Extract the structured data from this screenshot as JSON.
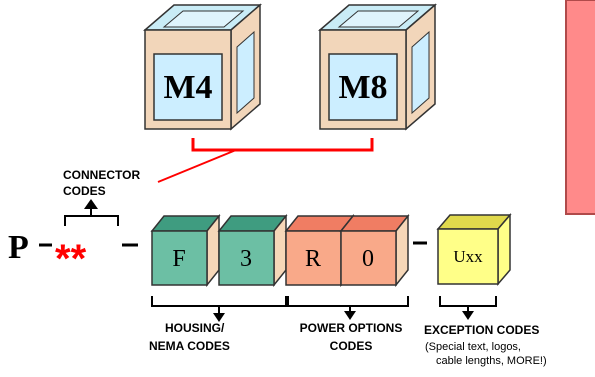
{
  "series_cubes": [
    {
      "label": "M4"
    },
    {
      "label": "M8"
    }
  ],
  "connector_label": [
    "CONNECTOR",
    "CODES"
  ],
  "part_number": {
    "prefix": "P",
    "connector_placeholder": "**",
    "codes": [
      {
        "value": "F",
        "group": "housing"
      },
      {
        "value": "3",
        "group": "housing"
      },
      {
        "value": "R",
        "group": "power"
      },
      {
        "value": "0",
        "group": "power"
      }
    ],
    "exception": "Uxx"
  },
  "groups": {
    "housing": [
      "HOUSING/",
      "NEMA CODES"
    ],
    "power": [
      "POWER OPTIONS",
      "CODES"
    ],
    "exception": [
      "EXCEPTION CODES"
    ]
  },
  "exception_note": [
    "(Special text, logos,",
    "cable lengths, MORE!)"
  ],
  "colors": {
    "series_cube_face": "#cceeff",
    "series_cube_top": "#c9ecf6",
    "series_cube_side": "#f2d6ba",
    "housing_face": "#6cbfa4",
    "housing_top": "#3f9c80",
    "power_face": "#f9a989",
    "power_top": "#f07d63",
    "exception_face": "#ffff88",
    "exception_top": "#e0d94c",
    "block_side": "#f6d7b8",
    "red_accent": "#ff0000",
    "panel_fill": "#ff8a8a"
  }
}
